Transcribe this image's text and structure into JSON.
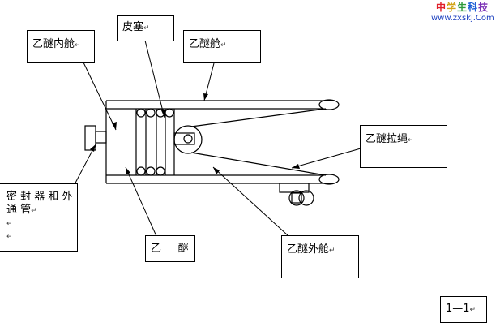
{
  "watermark": {
    "chars": [
      "中",
      "学",
      "生",
      "科",
      "技"
    ],
    "colors": [
      "#e0202a",
      "#d2a316",
      "#2f9a3a",
      "#1e5fd6",
      "#7a2fb5"
    ],
    "url": "www.zxskj.Com"
  },
  "labels": {
    "inner_chamber": "乙醚内舱",
    "leather_plug": "皮塞",
    "ether_chamber": "乙醚舱",
    "pull_rope": "乙醚拉绳",
    "sealer_tube_line1": "密 封 器 和 外",
    "sealer_tube_line2": "通 管",
    "ether": "乙     醚",
    "outer_chamber": "乙醚外舱",
    "figure_no": "1—1"
  },
  "paragraph_mark": "↵",
  "colors": {
    "line": "#000000",
    "background": "#ffffff"
  }
}
